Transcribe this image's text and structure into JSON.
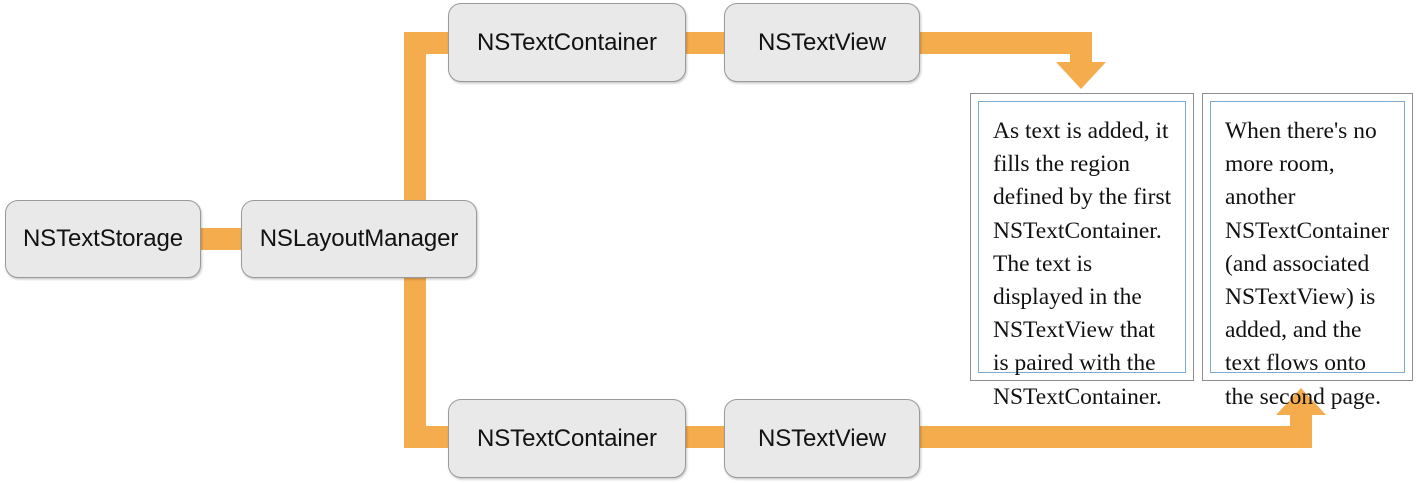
{
  "diagram": {
    "title": "Cocoa Text System Object Relationships",
    "accent_color": "#F5AC4D",
    "node_fill": "#E9E9E9",
    "node_border": "#9A9A9A",
    "panel_border_outer": "#8D8D8D",
    "panel_border_inner": "#7FA9CF"
  },
  "nodes": {
    "text_storage": "NSTextStorage",
    "layout_manager": "NSLayoutManager",
    "text_container_top": "NSTextContainer",
    "text_view_top": "NSTextView",
    "text_container_bottom": "NSTextContainer",
    "text_view_bottom": "NSTextView"
  },
  "pages": [
    {
      "name": "first-page",
      "text": "As text is added, it fills the region defined by the first NSTextContainer. The text is displayed in the NSTextView that is paired with the NSTextContainer."
    },
    {
      "name": "second-page",
      "text": "When there's no more room, another NSTextContainer (and associated NSTextView) is added, and the text flows onto the second page."
    }
  ]
}
